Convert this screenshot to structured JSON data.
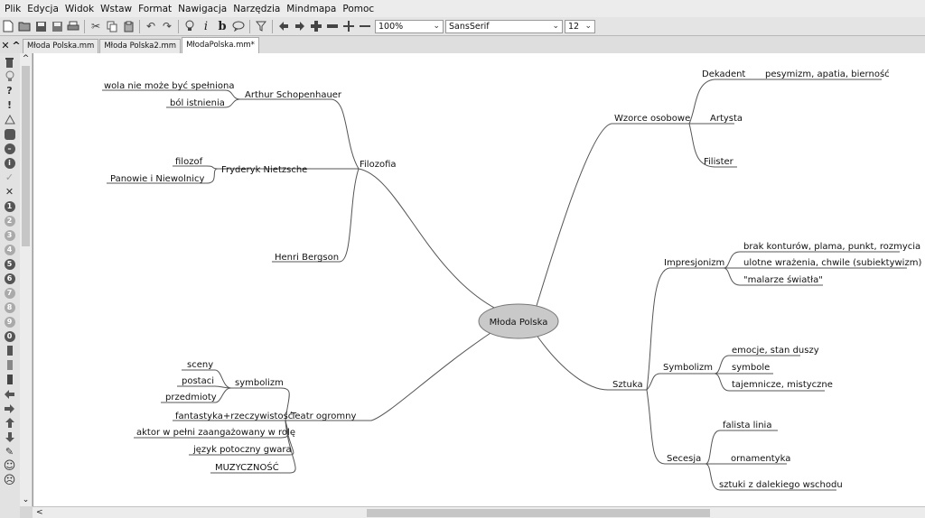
{
  "menu": [
    "Plik",
    "Edycja",
    "Widok",
    "Wstaw",
    "Format",
    "Nawigacja",
    "Narzędzia",
    "Mindmapa",
    "Pomoc"
  ],
  "toolbar": {
    "zoom": "100%",
    "font": "SansSerif",
    "font_size": "12",
    "italic_label": "i",
    "bold_label": "b"
  },
  "tabs": [
    {
      "label": "Młoda Polska.mm",
      "active": false
    },
    {
      "label": "Młoda Polska2.mm",
      "active": false
    },
    {
      "label": "MłodaPolska.mm*",
      "active": true
    }
  ],
  "mindmap": {
    "root": "Młoda Polska",
    "filozofia": {
      "label": "Filozofia",
      "schopenhauer": {
        "label": "Arthur Schopenhauer",
        "children": [
          "wola nie może być spełniona",
          "ból istnienia"
        ]
      },
      "nietzsche": {
        "label": "Fryderyk Nietzsche",
        "children": [
          "filozof",
          "Panowie i Niewolnicy"
        ]
      },
      "bergson": {
        "label": "Henri Bergson"
      }
    },
    "teatr": {
      "label": "Teatr ogromny",
      "symbolizm": {
        "label": "symbolizm",
        "children": [
          "sceny",
          "postaci",
          "przedmioty"
        ]
      },
      "children": [
        "fantastyka+rzeczywistość",
        "aktor w pełni zaangażowany w rolę",
        "język potoczny gwara",
        "MUZYCZNOŚĆ"
      ]
    },
    "wzorce": {
      "label": "Wzorce osobowe",
      "dekadent": {
        "label": "Dekadent",
        "children": [
          "pesymizm, apatia, bierność"
        ]
      },
      "artysta": {
        "label": "Artysta"
      },
      "filister": {
        "label": "Filister"
      }
    },
    "sztuka": {
      "label": "Sztuka",
      "impresjonizm": {
        "label": "Impresjonizm",
        "children": [
          "brak konturów, plama, punkt, rozmycia",
          "ulotne wrażenia, chwile (subiektywizm)",
          "\"malarze światła\""
        ]
      },
      "symbolizm": {
        "label": "Symbolizm",
        "children": [
          "emocje, stan duszy",
          "symbole",
          "tajemnicze, mistyczne"
        ]
      },
      "secesja": {
        "label": "Secesja",
        "children": [
          "falista linia",
          "ornamentyka",
          "sztuki z dalekiego wschodu"
        ]
      }
    }
  }
}
